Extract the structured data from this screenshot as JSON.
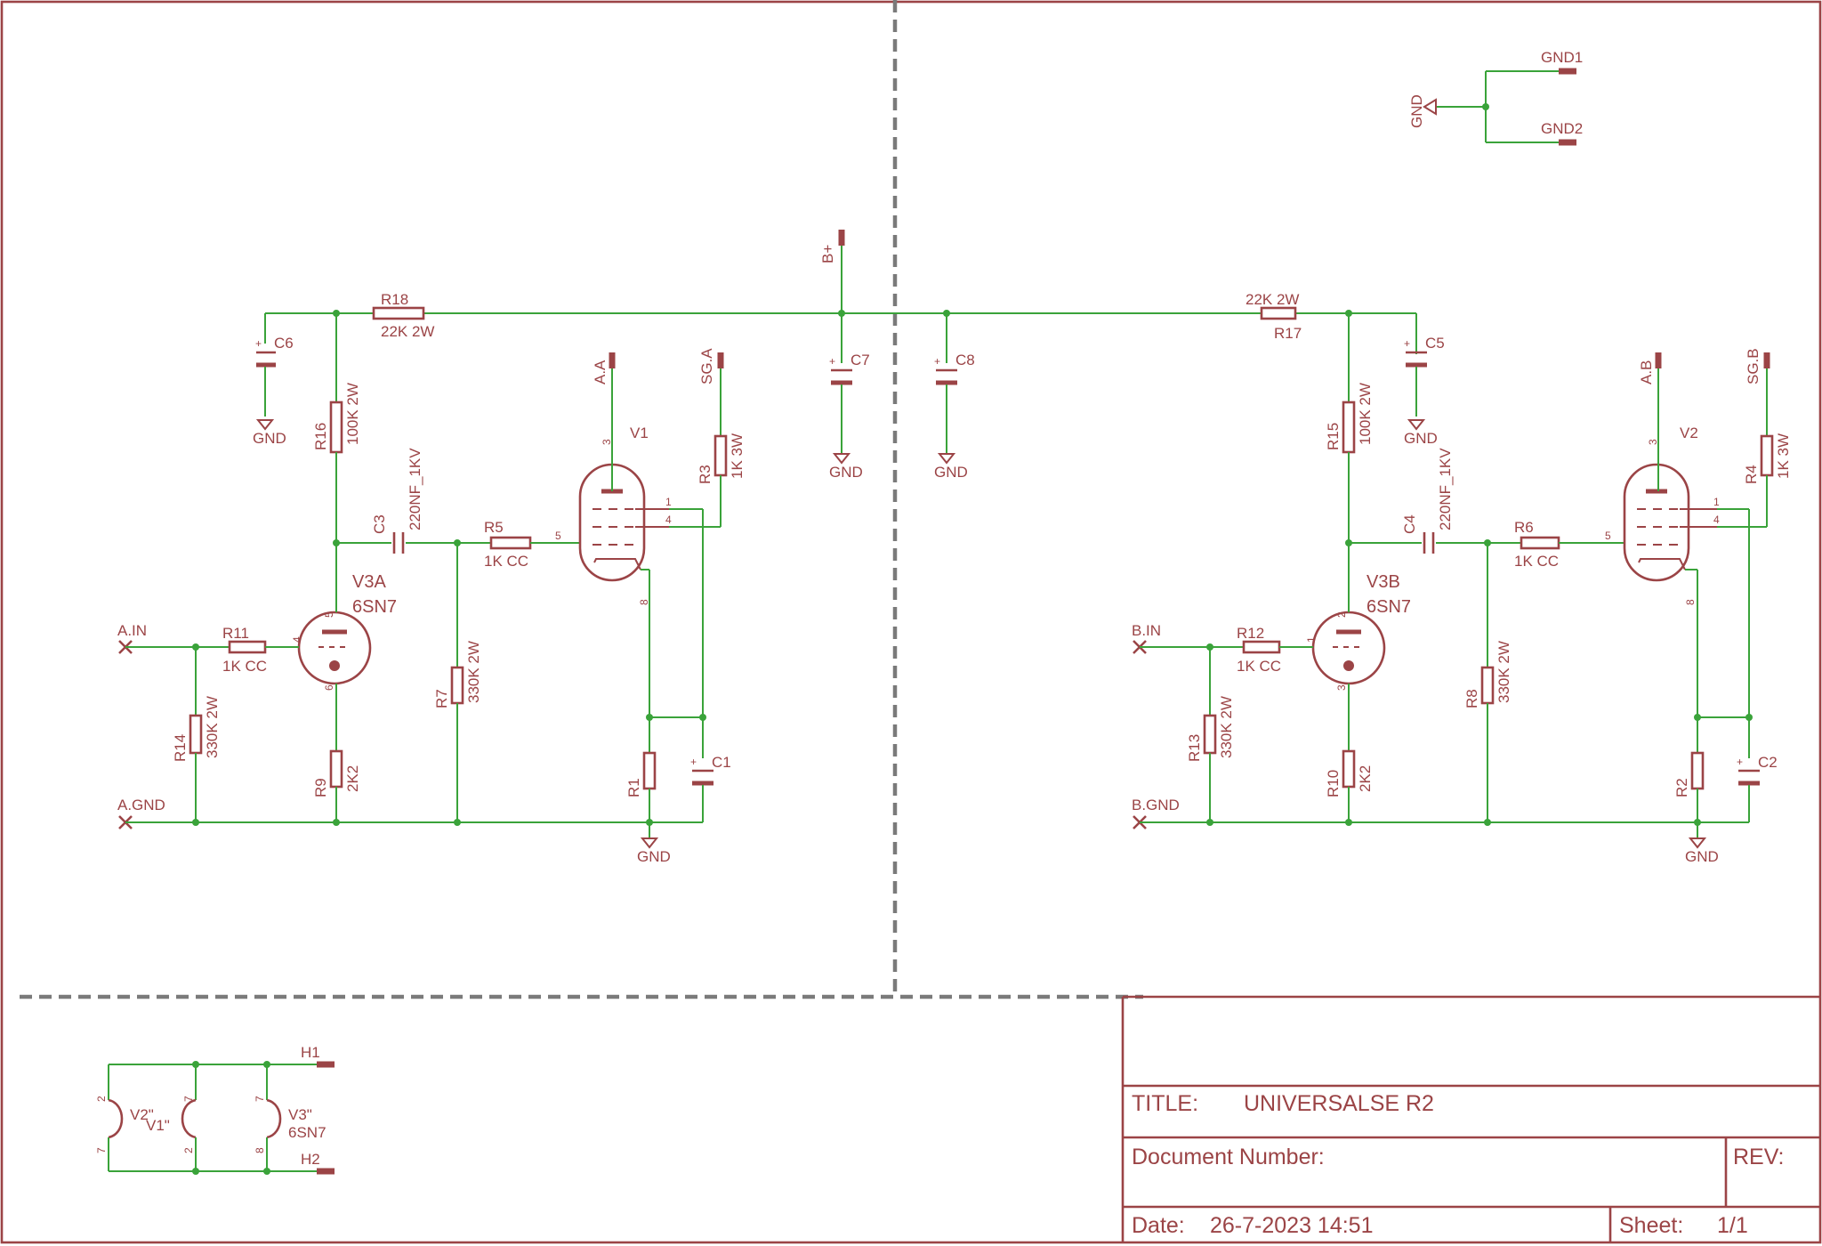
{
  "title_block": {
    "title_label": "TITLE:",
    "title_value": "UNIVERSALSE R2",
    "docnum_label": "Document Number:",
    "rev_label": "REV:",
    "date_label": "Date:",
    "date_value": "26-7-2023 14:51",
    "sheet_label": "Sheet:",
    "sheet_value": "1/1"
  },
  "ports": {
    "bplus": "B+",
    "gnd1": "GND1",
    "gnd2": "GND2",
    "gnd_main": "GND",
    "a_in": "A.IN",
    "a_gnd": "A.GND",
    "b_in": "B.IN",
    "b_gnd": "B.GND",
    "a_a": "A.A",
    "sg_a": "SG.A",
    "a_b": "A.B",
    "sg_b": "SG.B",
    "h1": "H1",
    "h2": "H2"
  },
  "gnd_label": "GND",
  "components": {
    "r18_name": "R18",
    "r18_value": "22K 2W",
    "r17_name": "R17",
    "r17_value": "22K 2W",
    "r16_name": "R16",
    "r16_value": "100K 2W",
    "r15_name": "R15",
    "r15_value": "100K 2W",
    "c6": "C6",
    "c5": "C5",
    "c7": "C7",
    "c8": "C8",
    "c3_name": "C3",
    "c3_value": "220NF_1KV",
    "c4_name": "C4",
    "c4_value": "220NF_1KV",
    "r5_name": "R5",
    "r5_value": "1K CC",
    "r6_name": "R6",
    "r6_value": "1K CC",
    "r11_name": "R11",
    "r11_value": "1K CC",
    "r12_name": "R12",
    "r12_value": "1K CC",
    "r3_name": "R3",
    "r3_value": "1K 3W",
    "r4_name": "R4",
    "r4_value": "1K 3W",
    "r7_name": "R7",
    "r7_value": "330K 2W",
    "r8_name": "R8",
    "r8_value": "330K 2W",
    "r14_name": "R14",
    "r14_value": "330K 2W",
    "r13_name": "R13",
    "r13_value": "330K 2W",
    "r9_name": "R9",
    "r9_value": "2K2",
    "r10_name": "R10",
    "r10_value": "2K2",
    "r1_name": "R1",
    "r2_name": "R2",
    "c1": "C1",
    "c2": "C2",
    "v1": "V1",
    "v2": "V2",
    "v3a_name": "V3A",
    "v3a_value": "6SN7",
    "v3b_name": "V3B",
    "v3b_value": "6SN7",
    "v2h": "V2\"",
    "v1h": "V1\"",
    "v3h_name": "V3\"",
    "v3h_value": "6SN7"
  },
  "pins": {
    "p1": "1",
    "p2": "2",
    "p3": "3",
    "p4": "4",
    "p5": "5",
    "p6": "6",
    "p7": "7",
    "p8": "8"
  },
  "colors": {
    "symbol": "#9b4446",
    "wire": "#3aa33a",
    "separator": "#7a7a7a",
    "background": "#ffffff"
  }
}
